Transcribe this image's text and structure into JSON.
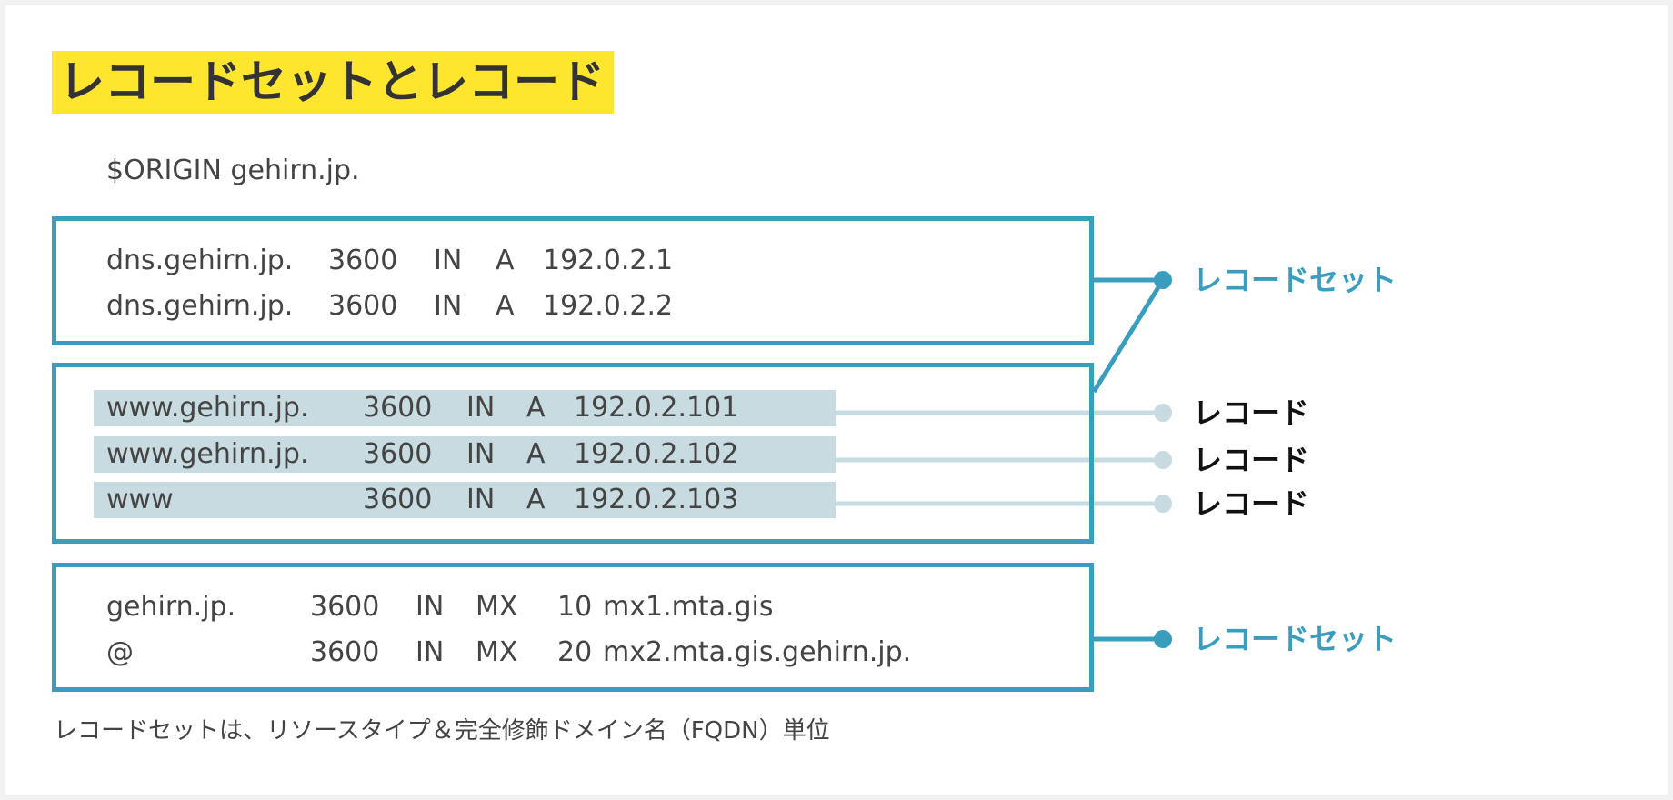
{
  "title": "レコードセットとレコード",
  "origin": "$ORIGIN gehirn.jp.",
  "recordset_a": {
    "records": [
      {
        "name": "dns.gehirn.jp.",
        "ttl": "3600",
        "class": "IN",
        "type": "A",
        "data": "192.0.2.1"
      },
      {
        "name": "dns.gehirn.jp.",
        "ttl": "3600",
        "class": "IN",
        "type": "A",
        "data": "192.0.2.2"
      }
    ]
  },
  "recordset_www": {
    "records": [
      {
        "name": "www.gehirn.jp.",
        "ttl": "3600",
        "class": "IN",
        "type": "A",
        "data": "192.0.2.101"
      },
      {
        "name": "www.gehirn.jp.",
        "ttl": "3600",
        "class": "IN",
        "type": "A",
        "data": "192.0.2.102"
      },
      {
        "name": "www",
        "ttl": "3600",
        "class": "IN",
        "type": "A",
        "data": "192.0.2.103"
      }
    ]
  },
  "recordset_mx": {
    "records": [
      {
        "name": "gehirn.jp.",
        "ttl": "3600",
        "class": "IN",
        "type": "MX",
        "priority": "10",
        "data": "mx1.mta.gis"
      },
      {
        "name": "@",
        "ttl": "3600",
        "class": "IN",
        "type": "MX",
        "priority": "20",
        "data": "mx2.mta.gis.gehirn.jp."
      }
    ]
  },
  "labels": {
    "recordset": "レコードセット",
    "record": "レコード"
  },
  "footnote": "レコードセットは、リソースタイプ＆完全修飾ドメイン名（FQDN）単位",
  "colors": {
    "accent": "#3a9dbd",
    "highlight": "#ffe62e",
    "record_fill": "#c7dbe0",
    "record_line": "#c7dbe0"
  }
}
